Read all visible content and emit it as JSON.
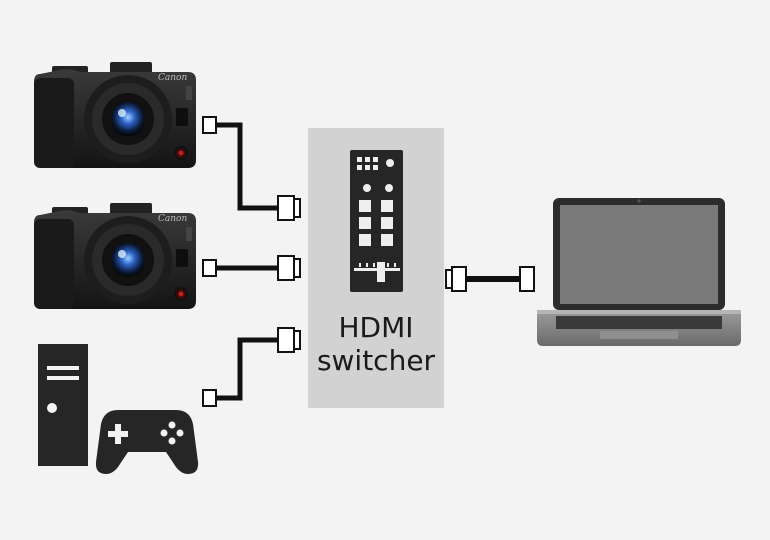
{
  "switcher": {
    "label_line1": "HDMI",
    "label_line2": "switcher"
  },
  "cameras": [
    {
      "brand": "Canon"
    },
    {
      "brand": "Canon"
    }
  ],
  "colors": {
    "background": "#f3f3f3",
    "switcher_box": "#d2d2d2",
    "device_dark": "#262626",
    "cable": "#111111",
    "laptop_screen": "#7a7a7a",
    "lens_blue": "#2d63c8"
  },
  "icons": [
    "camera-icon",
    "camera-icon",
    "desktop-tower-icon",
    "gamepad-icon",
    "hdmi-switcher-panel-icon",
    "laptop-icon",
    "hdmi-cable-icon"
  ]
}
